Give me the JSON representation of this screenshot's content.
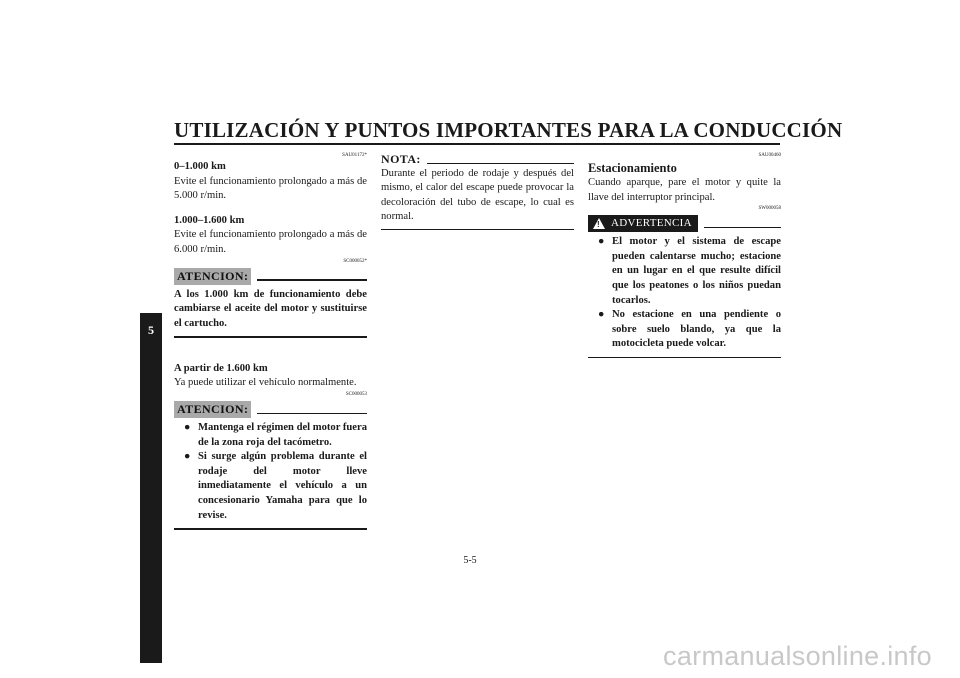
{
  "header": {
    "title": "UTILIZACIÓN Y PUNTOS IMPORTANTES PARA LA CONDUCCIÓN"
  },
  "chapter_tab": "5",
  "col1": {
    "code1": "SAU01172*",
    "range1_title": "0–1.000 km",
    "range1_text": "Evite el funcionamiento prolongado a más de 5.000 r/min.",
    "range2_title": "1.000–1.600 km",
    "range2_text": "Evite el funcionamiento prolongado a más de 6.000 r/min.",
    "caution1_code": "SC000052*",
    "caution1_label": "ATENCION:",
    "caution1_text": "A los 1.000 km de funcionamiento debe cambiarse el aceite del motor y sustituirse el cartucho.",
    "range3_title": "A partir de 1.600 km",
    "range3_text": "Ya puede utilizar el vehículo normalmente.",
    "caution2_code": "SC000053",
    "caution2_label": "ATENCION:",
    "caution2_items": [
      "Mantenga el régimen del motor fuera de la zona roja del tacómetro.",
      "Si surge algún problema durante el rodaje del motor lleve inmediatamente el vehículo a un concesionario Yamaha para que lo revise."
    ]
  },
  "col2": {
    "nota_label": "NOTA:",
    "nota_text": "Durante el periodo de rodaje y después del mismo, el calor del escape puede provocar la decoloración del tubo de escape, lo cual es normal."
  },
  "col3": {
    "code1": "SAU00460",
    "section_title": "Estacionamiento",
    "section_text": "Cuando aparque, pare el motor y quite la llave del interruptor principal.",
    "warning_code": "SW000058",
    "warning_label": "ADVERTENCIA",
    "warning_items": [
      "El motor y el sistema de escape pueden calentarse mucho; estacione en un lugar en el que resulte difícil que los peatones o los niños puedan tocarlos.",
      "No estacione en una pendiente o sobre suelo blando, ya que la motocicleta puede volcar."
    ]
  },
  "footer": {
    "page_number": "5-5",
    "watermark": "carmanualsonline.info"
  }
}
